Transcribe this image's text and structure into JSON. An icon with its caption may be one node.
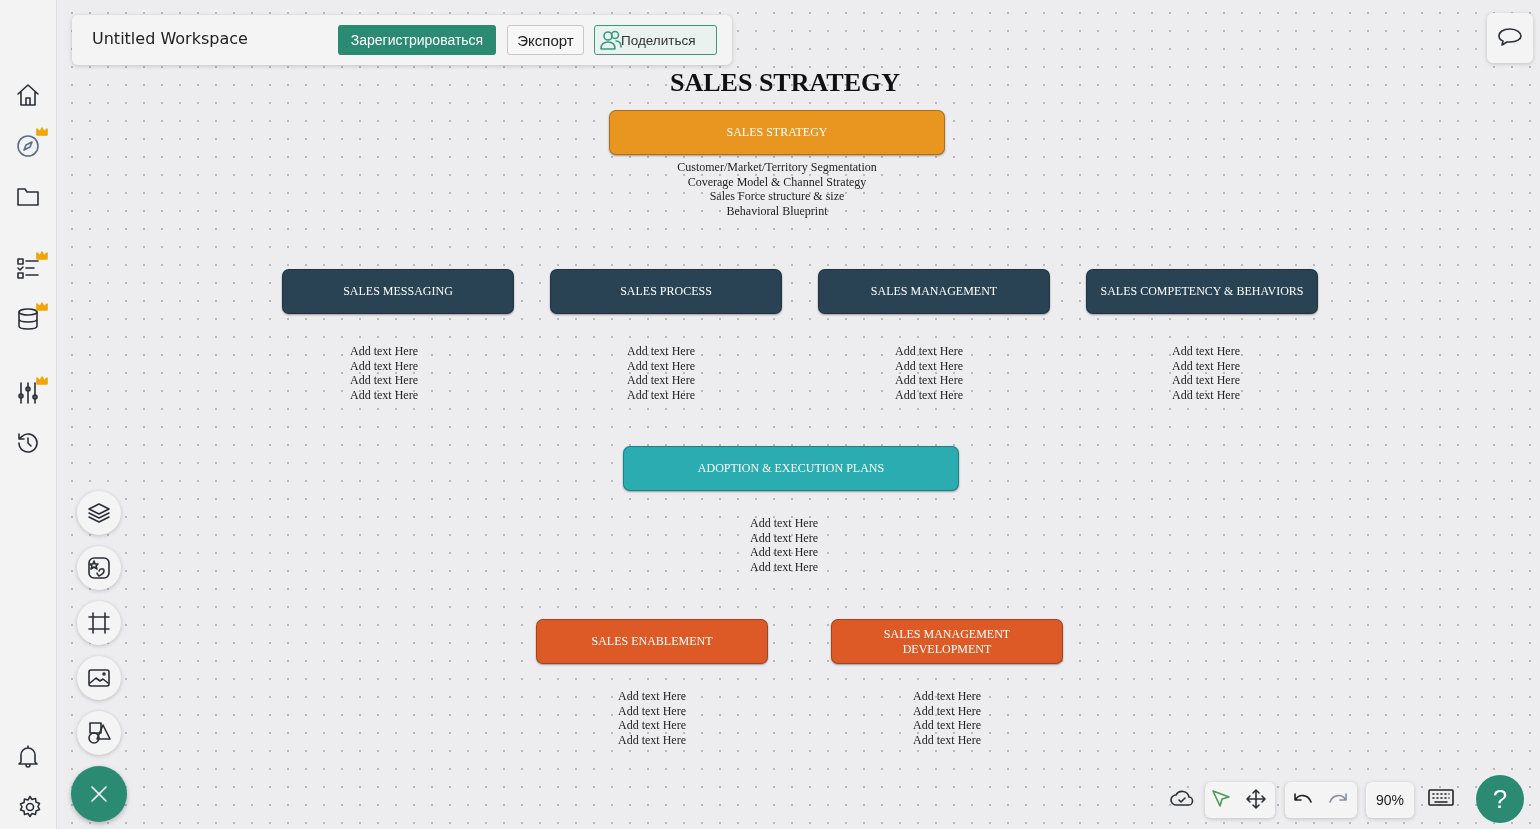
{
  "diagram": {
    "title": "SALES STRATEGY",
    "nodes": [
      {
        "text": [
          "SALES STRATEGY"
        ],
        "beside": [
          "Customer/Market/Territory Segmentation",
          "Coverage Model & Channel Strategy",
          "Sales Force structure & size",
          "Behavioral Blueprint"
        ]
      },
      {
        "text": [
          "SALES MESSAGING"
        ],
        "beside": [
          "Add text Here",
          "Add text Here",
          "Add text Here",
          "Add text Here"
        ]
      },
      {
        "text": [
          "SALES PROCESS"
        ],
        "beside": [
          "Add text Here",
          "Add text Here",
          "Add text Here",
          "Add text Here"
        ]
      },
      {
        "text": [
          "SALES MANAGEMENT"
        ],
        "beside": [
          "Add text Here",
          "Add text Here",
          "Add text Here",
          "Add text Here"
        ]
      },
      {
        "text": [
          "SALES COMPETENCY & BEHAVIORS"
        ],
        "beside": [
          "Add text Here",
          "Add text Here",
          "Add text Here",
          "Add text Here"
        ]
      },
      {
        "text": [
          "ADOPTION & EXECUTION PLANS"
        ],
        "beside": [
          "Add text Here",
          "Add text Here",
          "Add text Here",
          "Add text Here"
        ]
      },
      {
        "text": [
          "SALES ENABLEMENT"
        ],
        "beside": [
          "Add text Here",
          "Add text Here",
          "Add text Here",
          "Add text Here"
        ]
      },
      {
        "text": [
          "SALES MANAGEMENT DEVELOPMENT"
        ],
        "beside": [
          "Add text Here",
          "Add text Here",
          "Add text Here",
          "Add text Here"
        ]
      }
    ],
    "labels": [
      "Untitled Workspace",
      "Зарегистрироваться",
      "Экспорт",
      "Поделиться",
      "90%",
      "?"
    ]
  }
}
